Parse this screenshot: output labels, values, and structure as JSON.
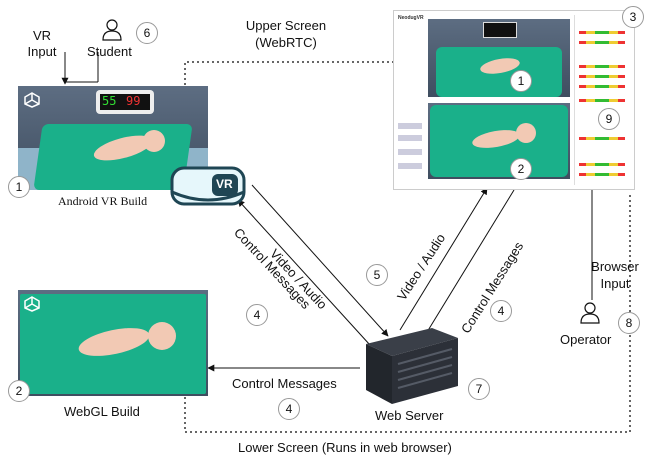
{
  "labels": {
    "vr_input": "VR Input",
    "student": "Student",
    "upper_screen": "Upper Screen (WebRTC)",
    "android_build": "Android VR Build",
    "webgl_build": "WebGL Build",
    "video_audio": "Video / Audio",
    "control_messages": "Control Messages",
    "web_server": "Web Server",
    "browser_input": "Browser Input",
    "operator": "Operator",
    "lower_screen": "Lower Screen (Runs in web browser)",
    "vr_badge": "VR",
    "neodug": "NeodugVR"
  },
  "monitor": {
    "hr": "55",
    "spo2": "99"
  },
  "numbers": {
    "n1": "1",
    "n2": "2",
    "n3": "3",
    "n4": "4",
    "n5": "5",
    "n6": "6",
    "n7": "7",
    "n8": "8",
    "n9": "9"
  },
  "colors": {
    "bed": "#1ab08a",
    "skin": "#f2c9b4",
    "dotted": "#333333"
  }
}
